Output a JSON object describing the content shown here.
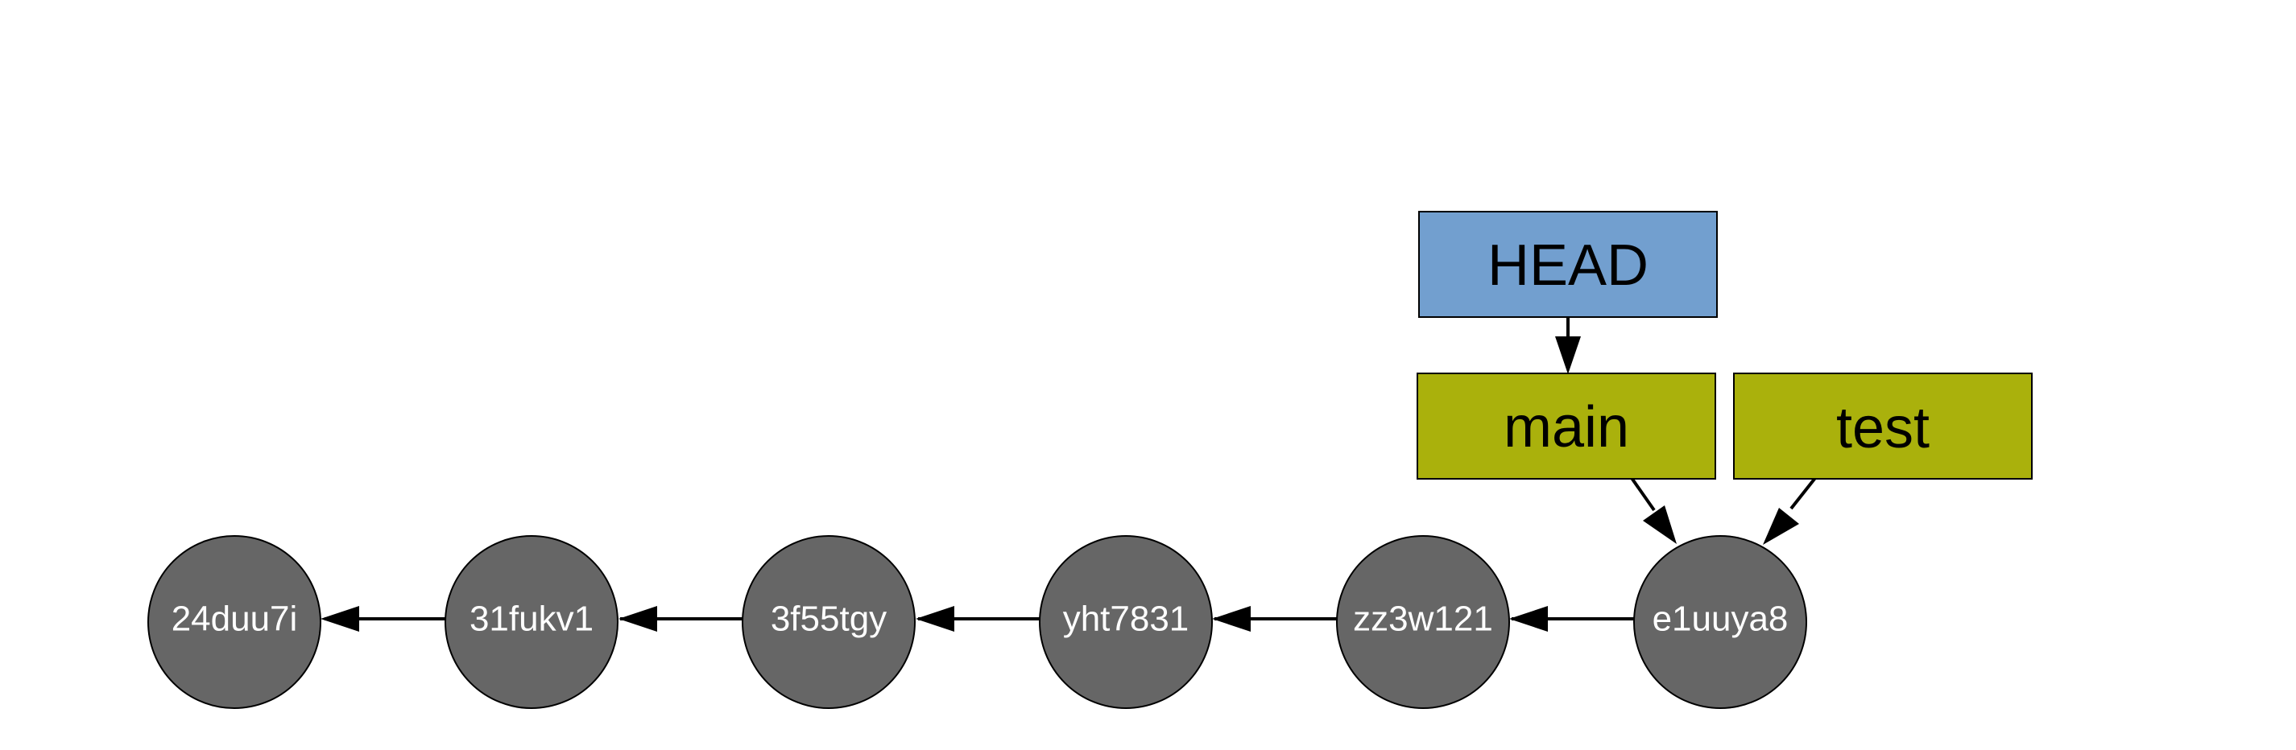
{
  "diagram": {
    "commits": [
      "24duu7i",
      "31fukv1",
      "3f55tgy",
      "yht7831",
      "zz3w121",
      "e1uuya8"
    ],
    "head": {
      "label": "HEAD",
      "color": "#729fcf"
    },
    "branches": [
      {
        "label": "main",
        "color": "#aab10c"
      },
      {
        "label": "test",
        "color": "#aab10c"
      }
    ],
    "commit_color": "#666666"
  }
}
